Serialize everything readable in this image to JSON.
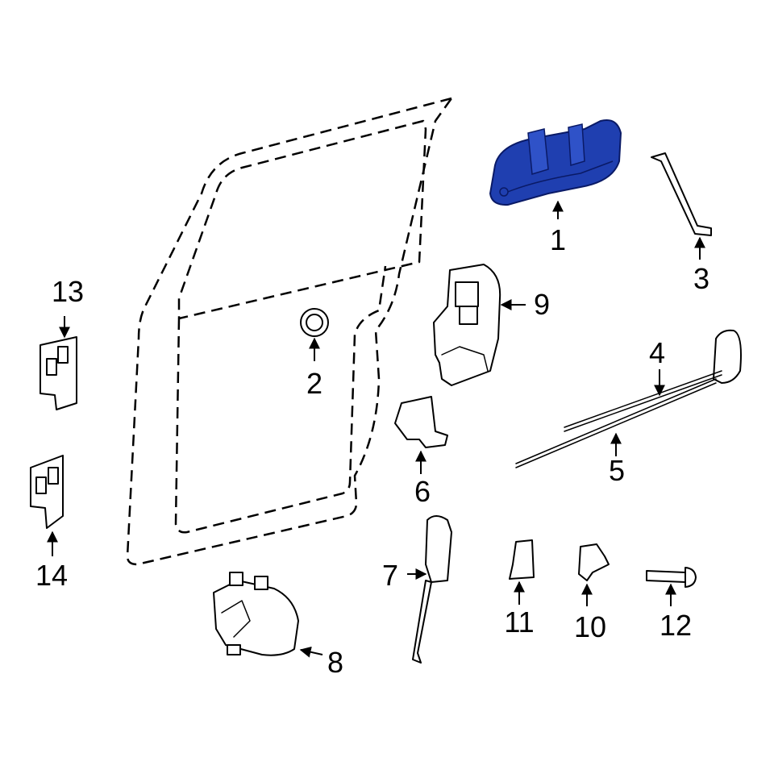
{
  "colors": {
    "highlight": "#1f3fb0",
    "highlight_stroke": "#0a1a66",
    "line": "#000000",
    "background": "#ffffff"
  },
  "callouts": [
    {
      "id": "1",
      "label": "1"
    },
    {
      "id": "2",
      "label": "2"
    },
    {
      "id": "3",
      "label": "3"
    },
    {
      "id": "4",
      "label": "4"
    },
    {
      "id": "5",
      "label": "5"
    },
    {
      "id": "6",
      "label": "6"
    },
    {
      "id": "7",
      "label": "7"
    },
    {
      "id": "8",
      "label": "8"
    },
    {
      "id": "9",
      "label": "9"
    },
    {
      "id": "10",
      "label": "10"
    },
    {
      "id": "11",
      "label": "11"
    },
    {
      "id": "12",
      "label": "12"
    },
    {
      "id": "13",
      "label": "13"
    },
    {
      "id": "14",
      "label": "14"
    }
  ],
  "highlighted_part": "1"
}
